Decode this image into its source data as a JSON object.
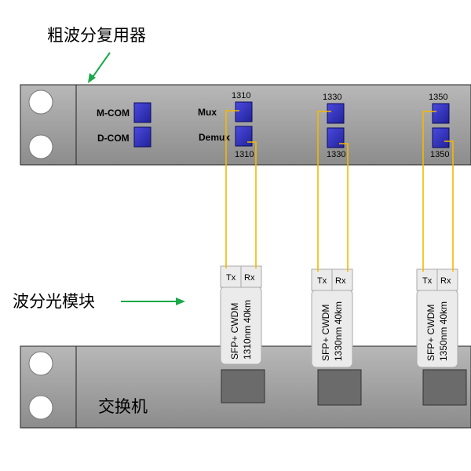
{
  "labels": {
    "mux_device": "粗波分复用器",
    "optical_module": "波分光模块",
    "switch": "交换机"
  },
  "mux": {
    "mcom": "M-COM",
    "dcom": "D-COM",
    "mux_label": "Mux",
    "demux_label": "Demux",
    "channels": [
      {
        "top": "1310",
        "bottom": "1310"
      },
      {
        "top": "1330",
        "bottom": "1330"
      },
      {
        "top": "1350",
        "bottom": "1350"
      }
    ]
  },
  "modules": [
    {
      "tx": "Tx",
      "rx": "Rx",
      "line1": "SFP+ CWDM",
      "line2": "1310nm 40km"
    },
    {
      "tx": "Tx",
      "rx": "Rx",
      "line1": "SFP+ CWDM",
      "line2": "1330nm 40km"
    },
    {
      "tx": "Tx",
      "rx": "Rx",
      "line1": "SFP+ CWDM",
      "line2": "1350nm 40km"
    }
  ],
  "colors": {
    "port": "#2b2bb8",
    "port_border": "#0c0c5a",
    "fiber": "#f5b800",
    "arrow": "#1aa84a",
    "chassis": "#a8a8a8",
    "module": "#ebebeb"
  }
}
